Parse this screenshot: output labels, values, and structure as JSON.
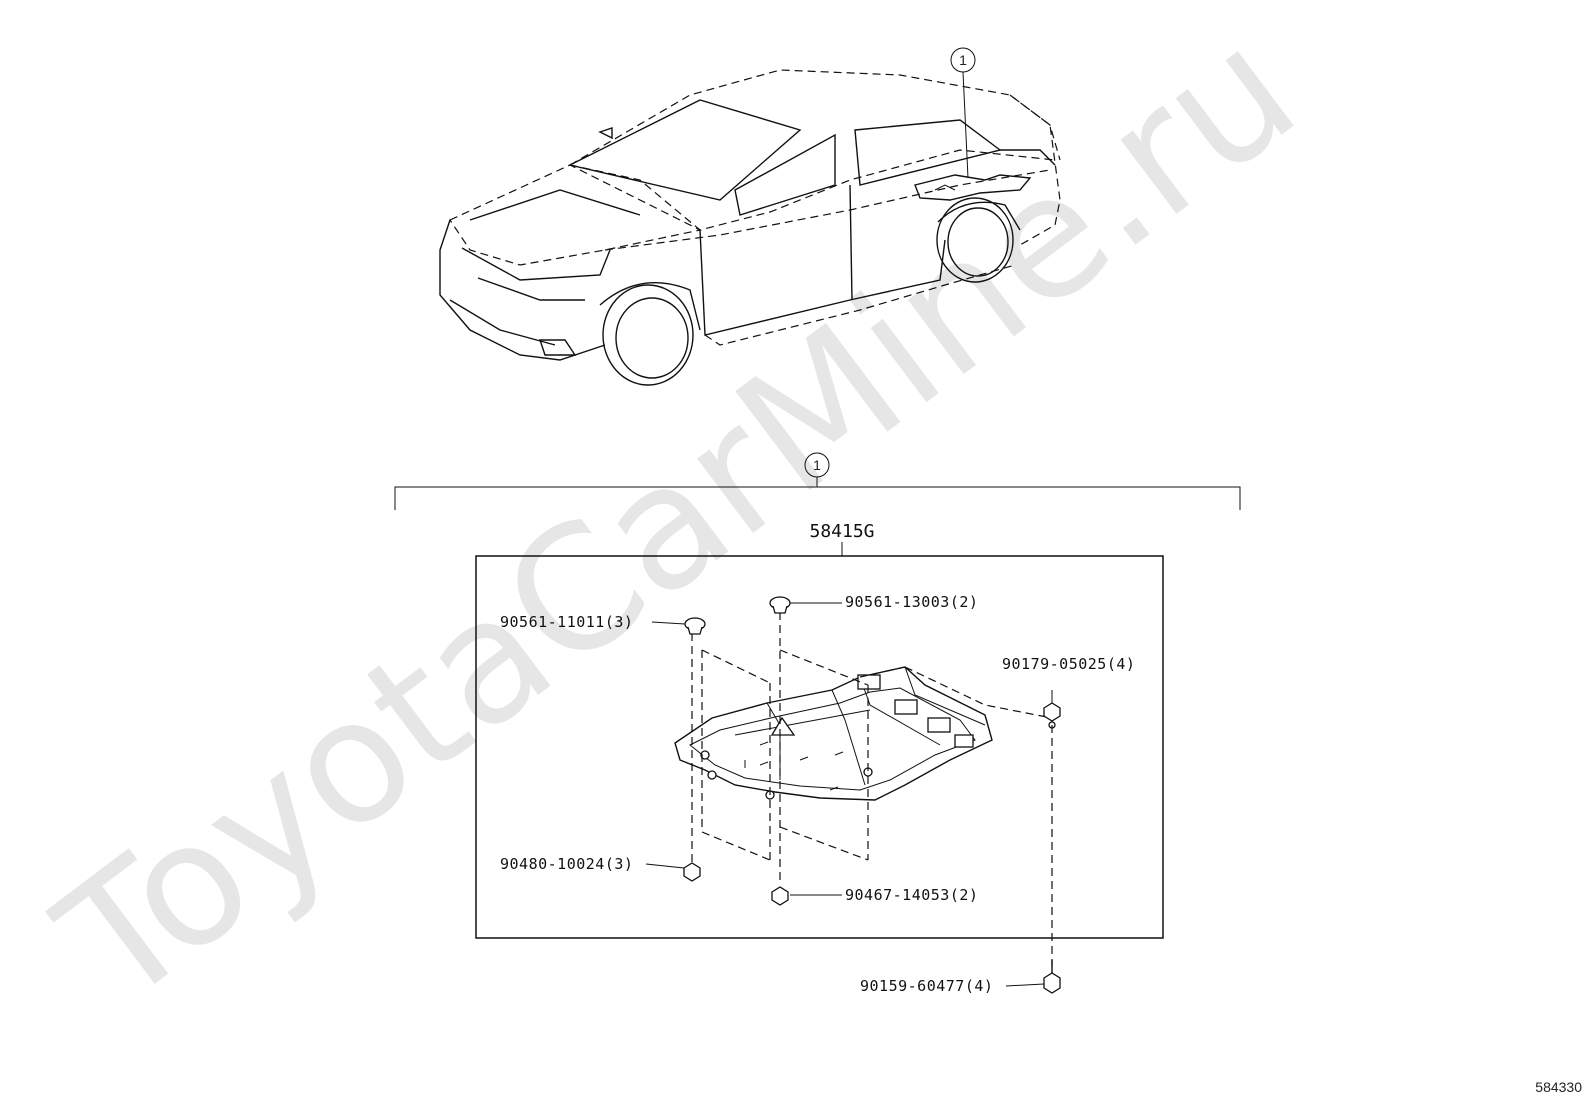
{
  "watermark": "ToyotaCarMine.ru",
  "callout_number": "1",
  "assembly": {
    "part_code": "58415G"
  },
  "parts": [
    {
      "number": "90561-11011",
      "qty": "(3)"
    },
    {
      "number": "90561-13003",
      "qty": "(2)"
    },
    {
      "number": "90179-05025",
      "qty": "(4)"
    },
    {
      "number": "90480-10024",
      "qty": "(3)"
    },
    {
      "number": "90467-14053",
      "qty": "(2)"
    },
    {
      "number": "90159-60477",
      "qty": "(4)"
    }
  ],
  "figure_number": "584330"
}
